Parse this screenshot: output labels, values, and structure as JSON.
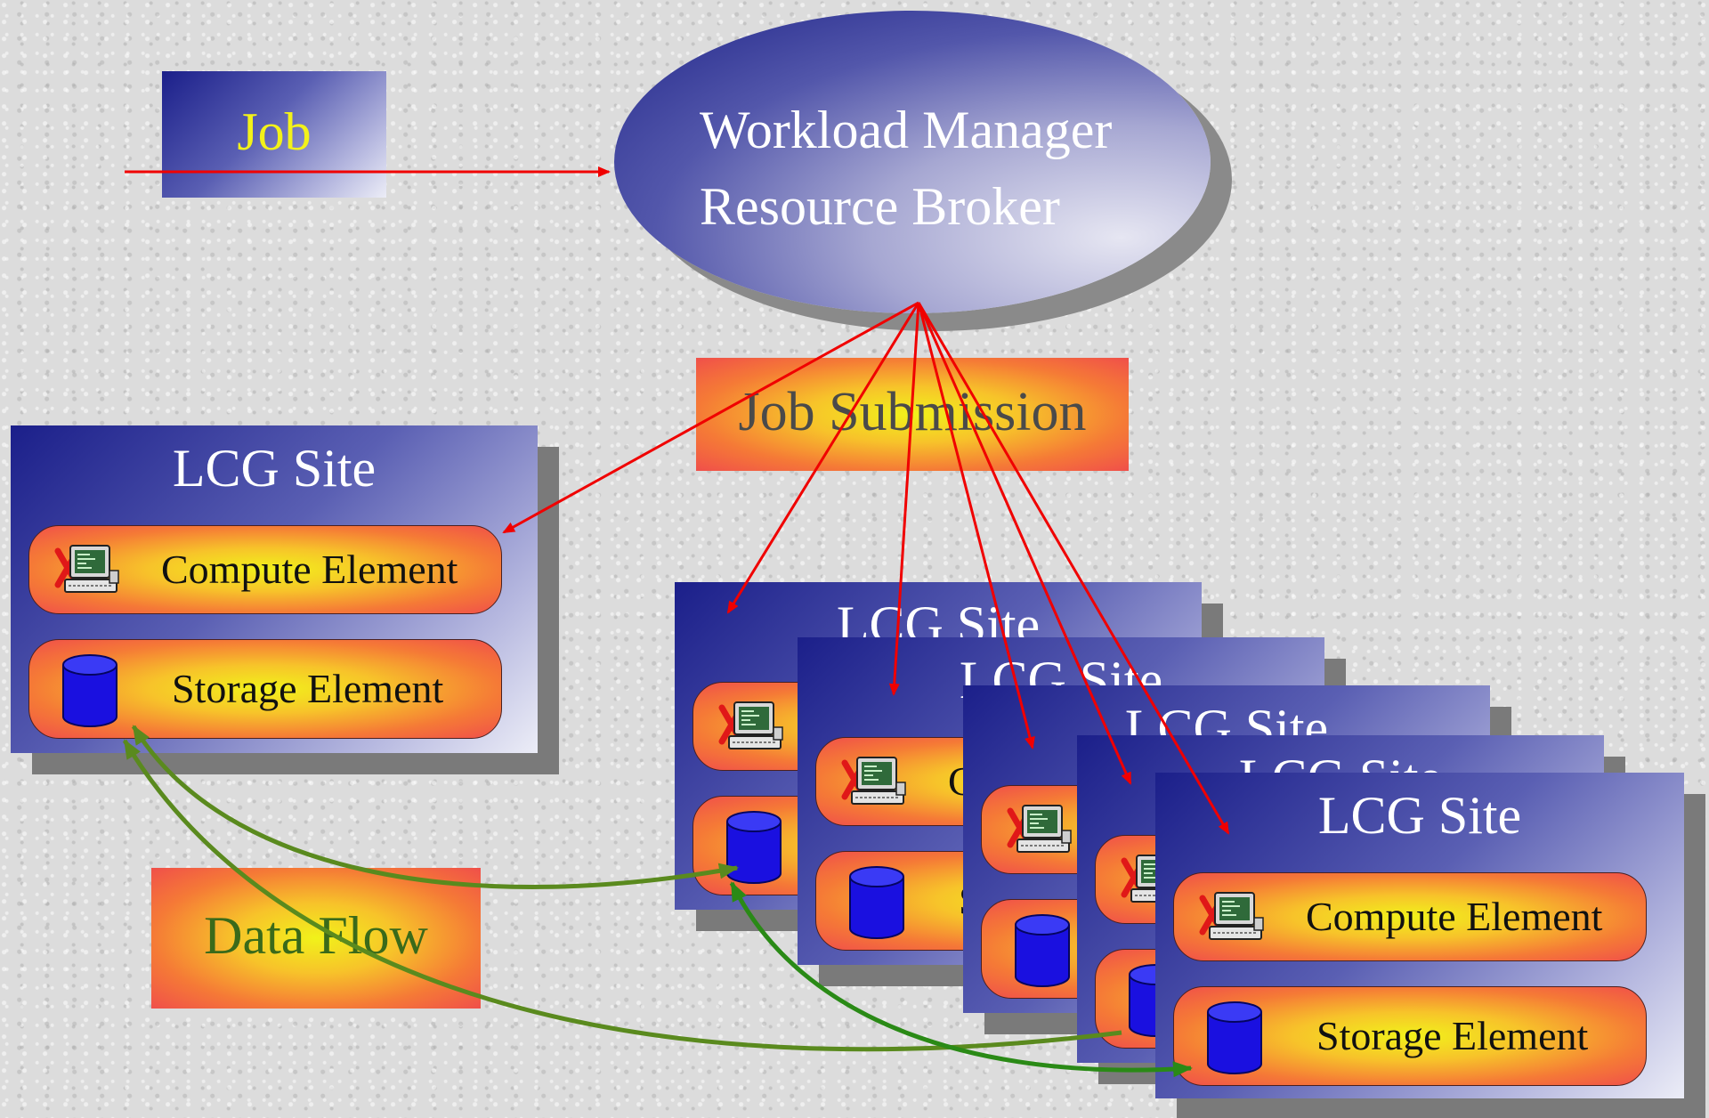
{
  "job": {
    "label": "Job"
  },
  "workload_manager": {
    "line1": "Workload Manager",
    "line2": "Resource Broker"
  },
  "job_submission": {
    "label": "Job Submission"
  },
  "data_flow": {
    "label": "Data Flow"
  },
  "site": {
    "title": "LCG Site",
    "compute_element": "Compute Element",
    "storage_element": "Storage Element"
  },
  "icons": [
    "computer-icon",
    "database-icon"
  ],
  "colors": {
    "submission_arrow": "#f00000",
    "data_flow_arrow": "#5a8a1e",
    "data_flow_arrow_bright": "#2a8a16",
    "label_job": "#f3f219"
  }
}
